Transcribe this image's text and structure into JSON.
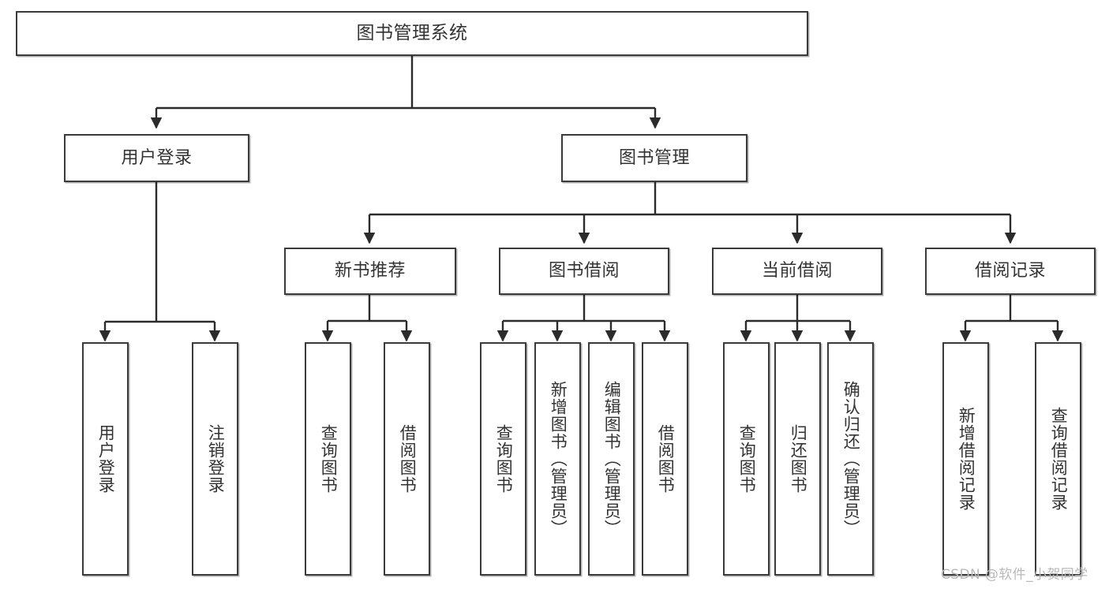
{
  "diagram": {
    "type": "tree-hierarchy",
    "title": "图书管理系统",
    "watermark": "CSDN @软件_小贺同学",
    "colors": {
      "box_border": "#3b3b3b",
      "box_fill": "#ffffff",
      "text": "#333333",
      "connector": "#2b2b2b",
      "watermark": "#b9b9b9"
    },
    "nodes": {
      "root": {
        "label": "图书管理系统"
      },
      "level2": [
        {
          "label": "用户登录"
        },
        {
          "label": "图书管理"
        }
      ],
      "level3": [
        {
          "label": "新书推荐"
        },
        {
          "label": "图书借阅"
        },
        {
          "label": "当前借阅"
        },
        {
          "label": "借阅记录"
        }
      ],
      "leaves": {
        "user_login": [
          {
            "label": "用户登录"
          },
          {
            "label": "注销登录"
          }
        ],
        "new_book_recommend": [
          {
            "label": "查询图书"
          },
          {
            "label": "借阅图书"
          }
        ],
        "book_borrow": [
          {
            "label": "查询图书"
          },
          {
            "label": "新增图书（管理员）"
          },
          {
            "label": "编辑图书（管理员）"
          },
          {
            "label": "借阅图书"
          }
        ],
        "current_borrow": [
          {
            "label": "查询图书"
          },
          {
            "label": "归还图书"
          },
          {
            "label": "确认归还（管理员）"
          }
        ],
        "borrow_record": [
          {
            "label": "新增借阅记录"
          },
          {
            "label": "查询借阅记录"
          }
        ]
      }
    }
  }
}
